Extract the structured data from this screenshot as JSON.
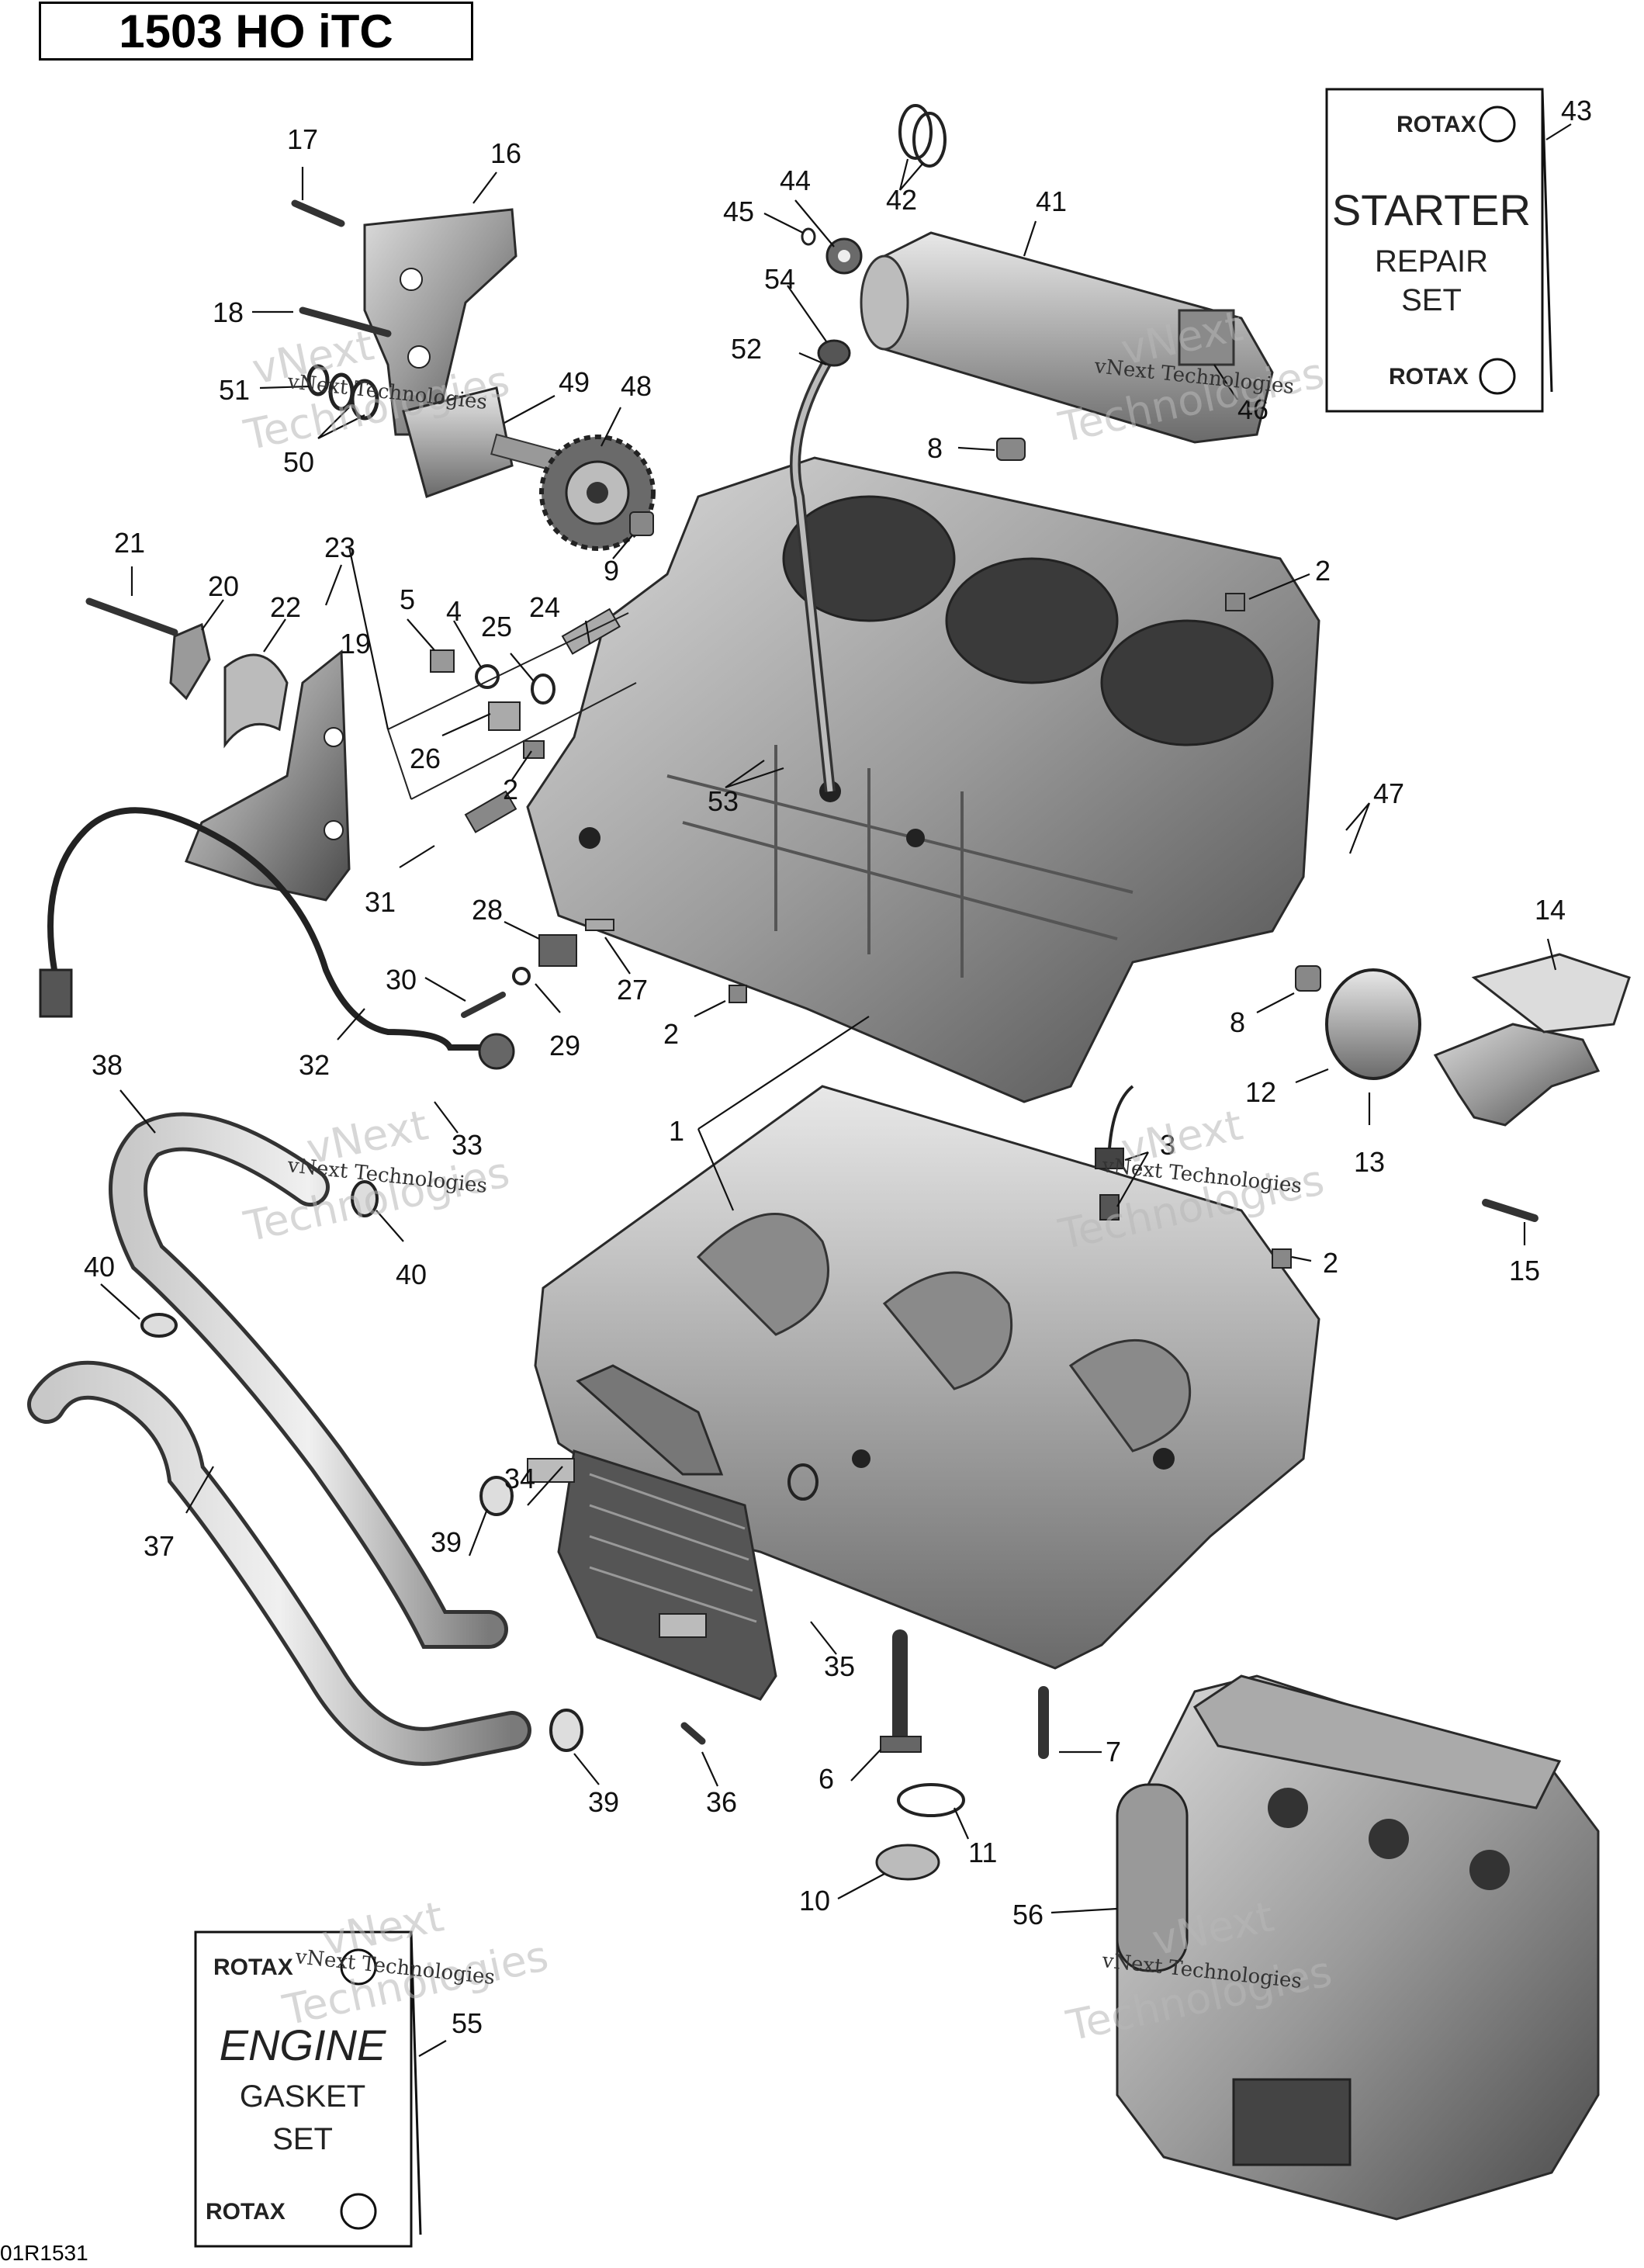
{
  "title": "1503 HO iTC",
  "footer_code": "01R1531",
  "watermark": {
    "line1": "vNext Technologies",
    "line2": "vNext",
    "line3": "Technologies"
  },
  "kits": {
    "starter": {
      "brand_top": "ROTAX",
      "line1": "STARTER",
      "line2": "REPAIR",
      "line3": "SET",
      "brand_bottom": "ROTAX",
      "callout": "43"
    },
    "gasket": {
      "brand_top": "ROTAX",
      "line1": "ENGINE",
      "line2": "GASKET",
      "line3": "SET",
      "brand_bottom": "ROTAX",
      "callout": "55"
    }
  },
  "callouts": [
    {
      "id": "c17",
      "label": "17"
    },
    {
      "id": "c16",
      "label": "16"
    },
    {
      "id": "c18",
      "label": "18"
    },
    {
      "id": "c51",
      "label": "51"
    },
    {
      "id": "c50",
      "label": "50"
    },
    {
      "id": "c49",
      "label": "49"
    },
    {
      "id": "c48",
      "label": "48"
    },
    {
      "id": "c9",
      "label": "9"
    },
    {
      "id": "c44",
      "label": "44"
    },
    {
      "id": "c45",
      "label": "45"
    },
    {
      "id": "c42",
      "label": "42"
    },
    {
      "id": "c41",
      "label": "41"
    },
    {
      "id": "c54",
      "label": "54"
    },
    {
      "id": "c52",
      "label": "52"
    },
    {
      "id": "c46",
      "label": "46"
    },
    {
      "id": "c8a",
      "label": "8"
    },
    {
      "id": "c21",
      "label": "21"
    },
    {
      "id": "c20",
      "label": "20"
    },
    {
      "id": "c22",
      "label": "22"
    },
    {
      "id": "c23",
      "label": "23"
    },
    {
      "id": "c5",
      "label": "5"
    },
    {
      "id": "c4",
      "label": "4"
    },
    {
      "id": "c25",
      "label": "25"
    },
    {
      "id": "c24",
      "label": "24"
    },
    {
      "id": "c19",
      "label": "19"
    },
    {
      "id": "c26",
      "label": "26"
    },
    {
      "id": "c2a",
      "label": "2"
    },
    {
      "id": "c2b",
      "label": "2"
    },
    {
      "id": "c53",
      "label": "53"
    },
    {
      "id": "c47",
      "label": "47"
    },
    {
      "id": "c31",
      "label": "31"
    },
    {
      "id": "c28",
      "label": "28"
    },
    {
      "id": "c27",
      "label": "27"
    },
    {
      "id": "c14",
      "label": "14"
    },
    {
      "id": "c30",
      "label": "30"
    },
    {
      "id": "c29",
      "label": "29"
    },
    {
      "id": "c2c",
      "label": "2"
    },
    {
      "id": "c8b",
      "label": "8"
    },
    {
      "id": "c32",
      "label": "32"
    },
    {
      "id": "c38",
      "label": "38"
    },
    {
      "id": "c12",
      "label": "12"
    },
    {
      "id": "c1",
      "label": "1"
    },
    {
      "id": "c3",
      "label": "3"
    },
    {
      "id": "c13",
      "label": "13"
    },
    {
      "id": "c33",
      "label": "33"
    },
    {
      "id": "c40a",
      "label": "40"
    },
    {
      "id": "c40b",
      "label": "40"
    },
    {
      "id": "c2d",
      "label": "2"
    },
    {
      "id": "c15",
      "label": "15"
    },
    {
      "id": "c34",
      "label": "34"
    },
    {
      "id": "c37",
      "label": "37"
    },
    {
      "id": "c39a",
      "label": "39"
    },
    {
      "id": "c35",
      "label": "35"
    },
    {
      "id": "c7",
      "label": "7"
    },
    {
      "id": "c6",
      "label": "6"
    },
    {
      "id": "c36",
      "label": "36"
    },
    {
      "id": "c39b",
      "label": "39"
    },
    {
      "id": "c11",
      "label": "11"
    },
    {
      "id": "c10",
      "label": "10"
    },
    {
      "id": "c56",
      "label": "56"
    }
  ]
}
